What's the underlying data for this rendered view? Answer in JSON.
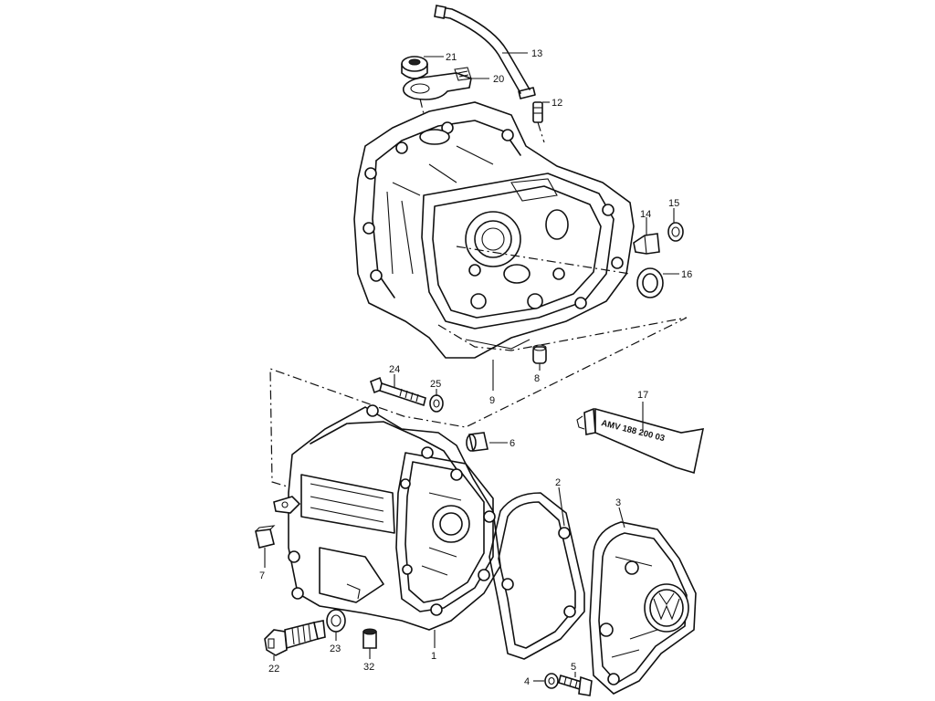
{
  "diagram": {
    "callouts": [
      {
        "id": "1",
        "label": "1"
      },
      {
        "id": "2",
        "label": "2"
      },
      {
        "id": "3",
        "label": "3"
      },
      {
        "id": "4",
        "label": "4"
      },
      {
        "id": "5",
        "label": "5"
      },
      {
        "id": "6",
        "label": "6"
      },
      {
        "id": "7",
        "label": "7"
      },
      {
        "id": "8",
        "label": "8"
      },
      {
        "id": "9",
        "label": "9"
      },
      {
        "id": "12",
        "label": "12"
      },
      {
        "id": "13",
        "label": "13"
      },
      {
        "id": "14",
        "label": "14"
      },
      {
        "id": "15",
        "label": "15"
      },
      {
        "id": "16",
        "label": "16"
      },
      {
        "id": "17",
        "label": "17"
      },
      {
        "id": "20",
        "label": "20"
      },
      {
        "id": "21",
        "label": "21"
      },
      {
        "id": "22",
        "label": "22"
      },
      {
        "id": "23",
        "label": "23"
      },
      {
        "id": "24",
        "label": "24"
      },
      {
        "id": "25",
        "label": "25"
      },
      {
        "id": "32",
        "label": "32"
      }
    ],
    "sealant_tube_label": "AMV 188 200 03",
    "logo": "VW"
  }
}
